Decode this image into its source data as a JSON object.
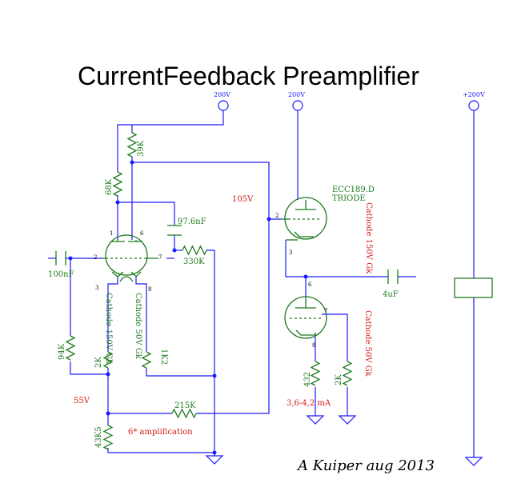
{
  "title": "CurrentFeedback Preamplifier",
  "supplies": {
    "left": "200V",
    "middle": "200V",
    "right": "+200V"
  },
  "resistors": {
    "r39k": "39K",
    "r68k": "68K",
    "r330k": "330K",
    "r94k": "94K",
    "r2k_left": "2K",
    "r1k2": "1K2",
    "r215k": "215K",
    "r43k5": "43K5",
    "r432": "432",
    "r2k_right": "2K"
  },
  "capacitors": {
    "c97nf": "97.6nF",
    "c100nf": "100nF",
    "c4uf": "4uF"
  },
  "tube_label": {
    "line1": "ECC189.D",
    "line2": "TRIODE"
  },
  "pins": {
    "p1": "1",
    "p6": "6",
    "p2": "2",
    "p7": "7",
    "p3": "3",
    "p8": "8",
    "p2r": "2",
    "p3r": "3",
    "p6r": "6",
    "p7r": "7",
    "p8r": "8"
  },
  "cathode_notes": {
    "left_150": "Cathode 150V Gk",
    "left_50": "Cathode 50V Gk",
    "right_150": "Cathode 150V Gk",
    "right_50": "Cathode 50V Gk"
  },
  "voltages": {
    "v105": "105V",
    "v55": "55V"
  },
  "current": "3,6-4,2 mA",
  "amplification": "6* amplification",
  "signature": "A Kuiper aug 2013"
}
